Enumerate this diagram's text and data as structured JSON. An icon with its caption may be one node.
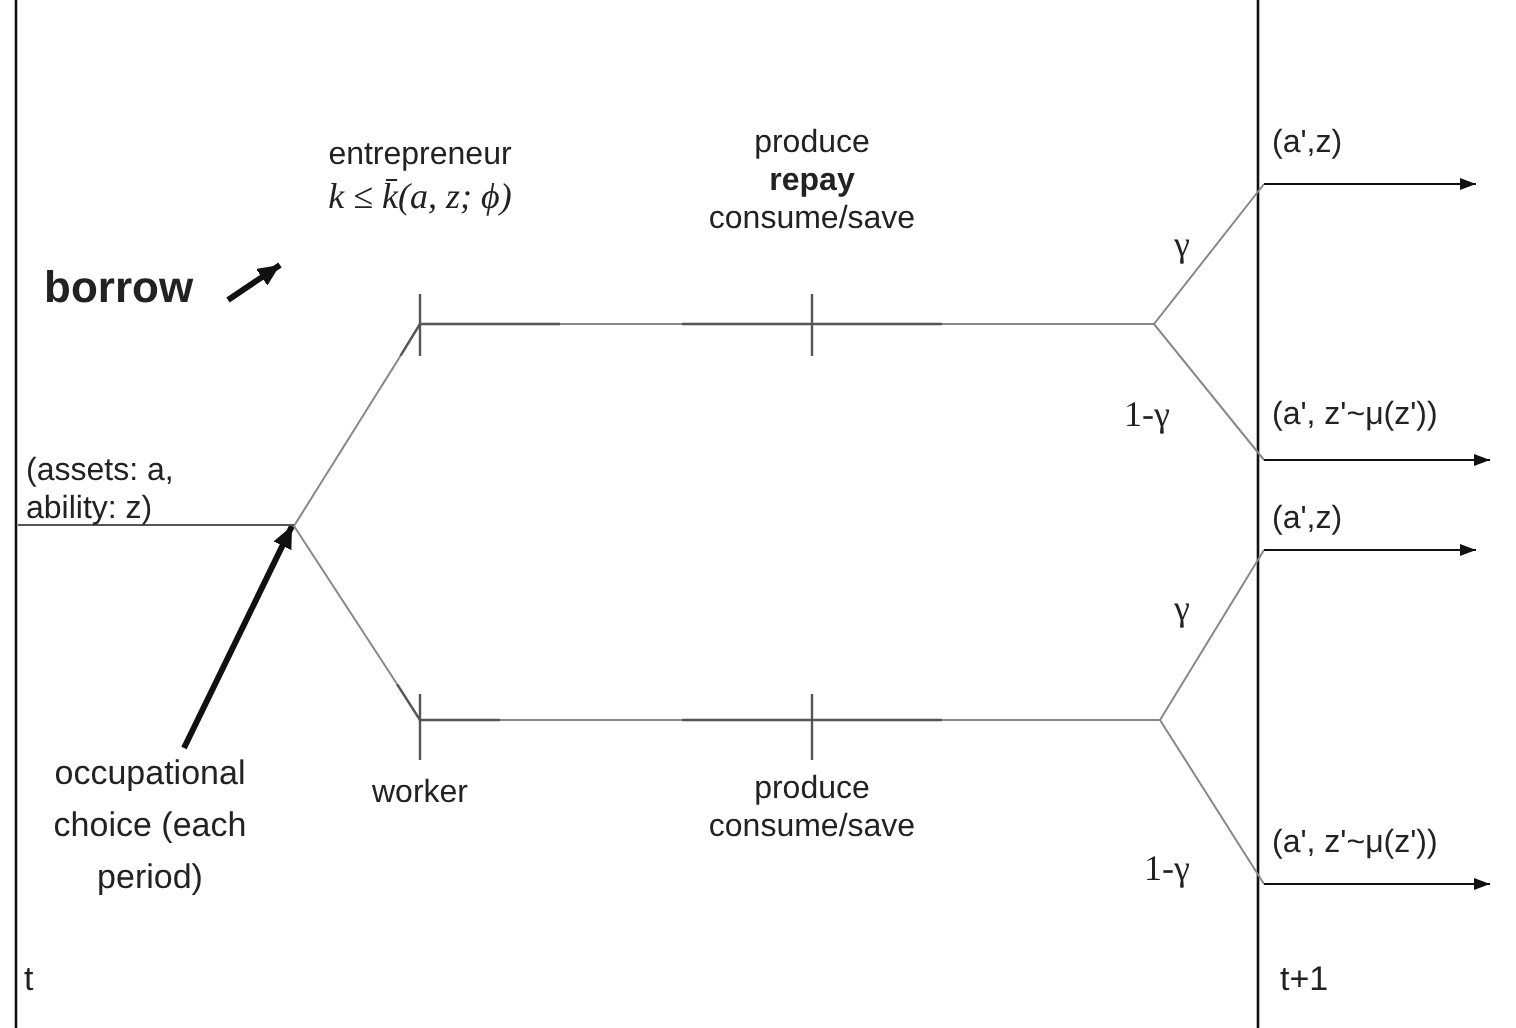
{
  "diagram": {
    "nodes": [
      {
        "text": [
          "(assets: a, ability: z)"
        ]
      },
      {
        "text": [
          "occupational choice (each period)"
        ]
      },
      {
        "text": [
          "borrow"
        ]
      },
      {
        "text": [
          "entrepreneur",
          "k ≤ k̄(a, z; ϕ)"
        ]
      },
      {
        "text": [
          "produce **repay** consume/save"
        ]
      },
      {
        "text": [
          "(a',z)"
        ]
      },
      {
        "text": [
          "(a', z'~μ(z'))"
        ]
      },
      {
        "text": [
          "worker"
        ]
      },
      {
        "text": [
          "produce consume/save"
        ]
      },
      {
        "text": [
          "(a',z)"
        ]
      },
      {
        "text": [
          "(a', z'~μ(z'))"
        ]
      }
    ],
    "edges": [
      {
        "from": 1,
        "to": 0,
        "arrow": "to",
        "style": "thick",
        "color": "#111111"
      },
      {
        "from": 2,
        "to": 3,
        "arrow": "to",
        "style": "thick",
        "color": "#111111"
      },
      {
        "from": 0,
        "to": 3,
        "arrow": "none"
      },
      {
        "from": 0,
        "to": 7,
        "arrow": "none"
      },
      {
        "from": 3,
        "to": 4,
        "arrow": "none"
      },
      {
        "from": 7,
        "to": 8,
        "arrow": "none"
      },
      {
        "from": 4,
        "to": 5,
        "arrow": "none",
        "label": "γ"
      },
      {
        "from": 4,
        "to": 6,
        "arrow": "none",
        "label": "1-γ"
      },
      {
        "from": 8,
        "to": 9,
        "arrow": "none",
        "label": "γ"
      },
      {
        "from": 8,
        "to": 10,
        "arrow": "none",
        "label": "1-γ"
      },
      {
        "from": 5,
        "to": null,
        "arrow": "to",
        "color": "#111111"
      },
      {
        "from": 6,
        "to": null,
        "arrow": "to",
        "color": "#111111"
      },
      {
        "from": 9,
        "to": null,
        "arrow": "to",
        "color": "#111111"
      },
      {
        "from": 10,
        "to": null,
        "arrow": "to",
        "color": "#111111"
      }
    ],
    "labels": [
      "t",
      "t+1"
    ]
  }
}
